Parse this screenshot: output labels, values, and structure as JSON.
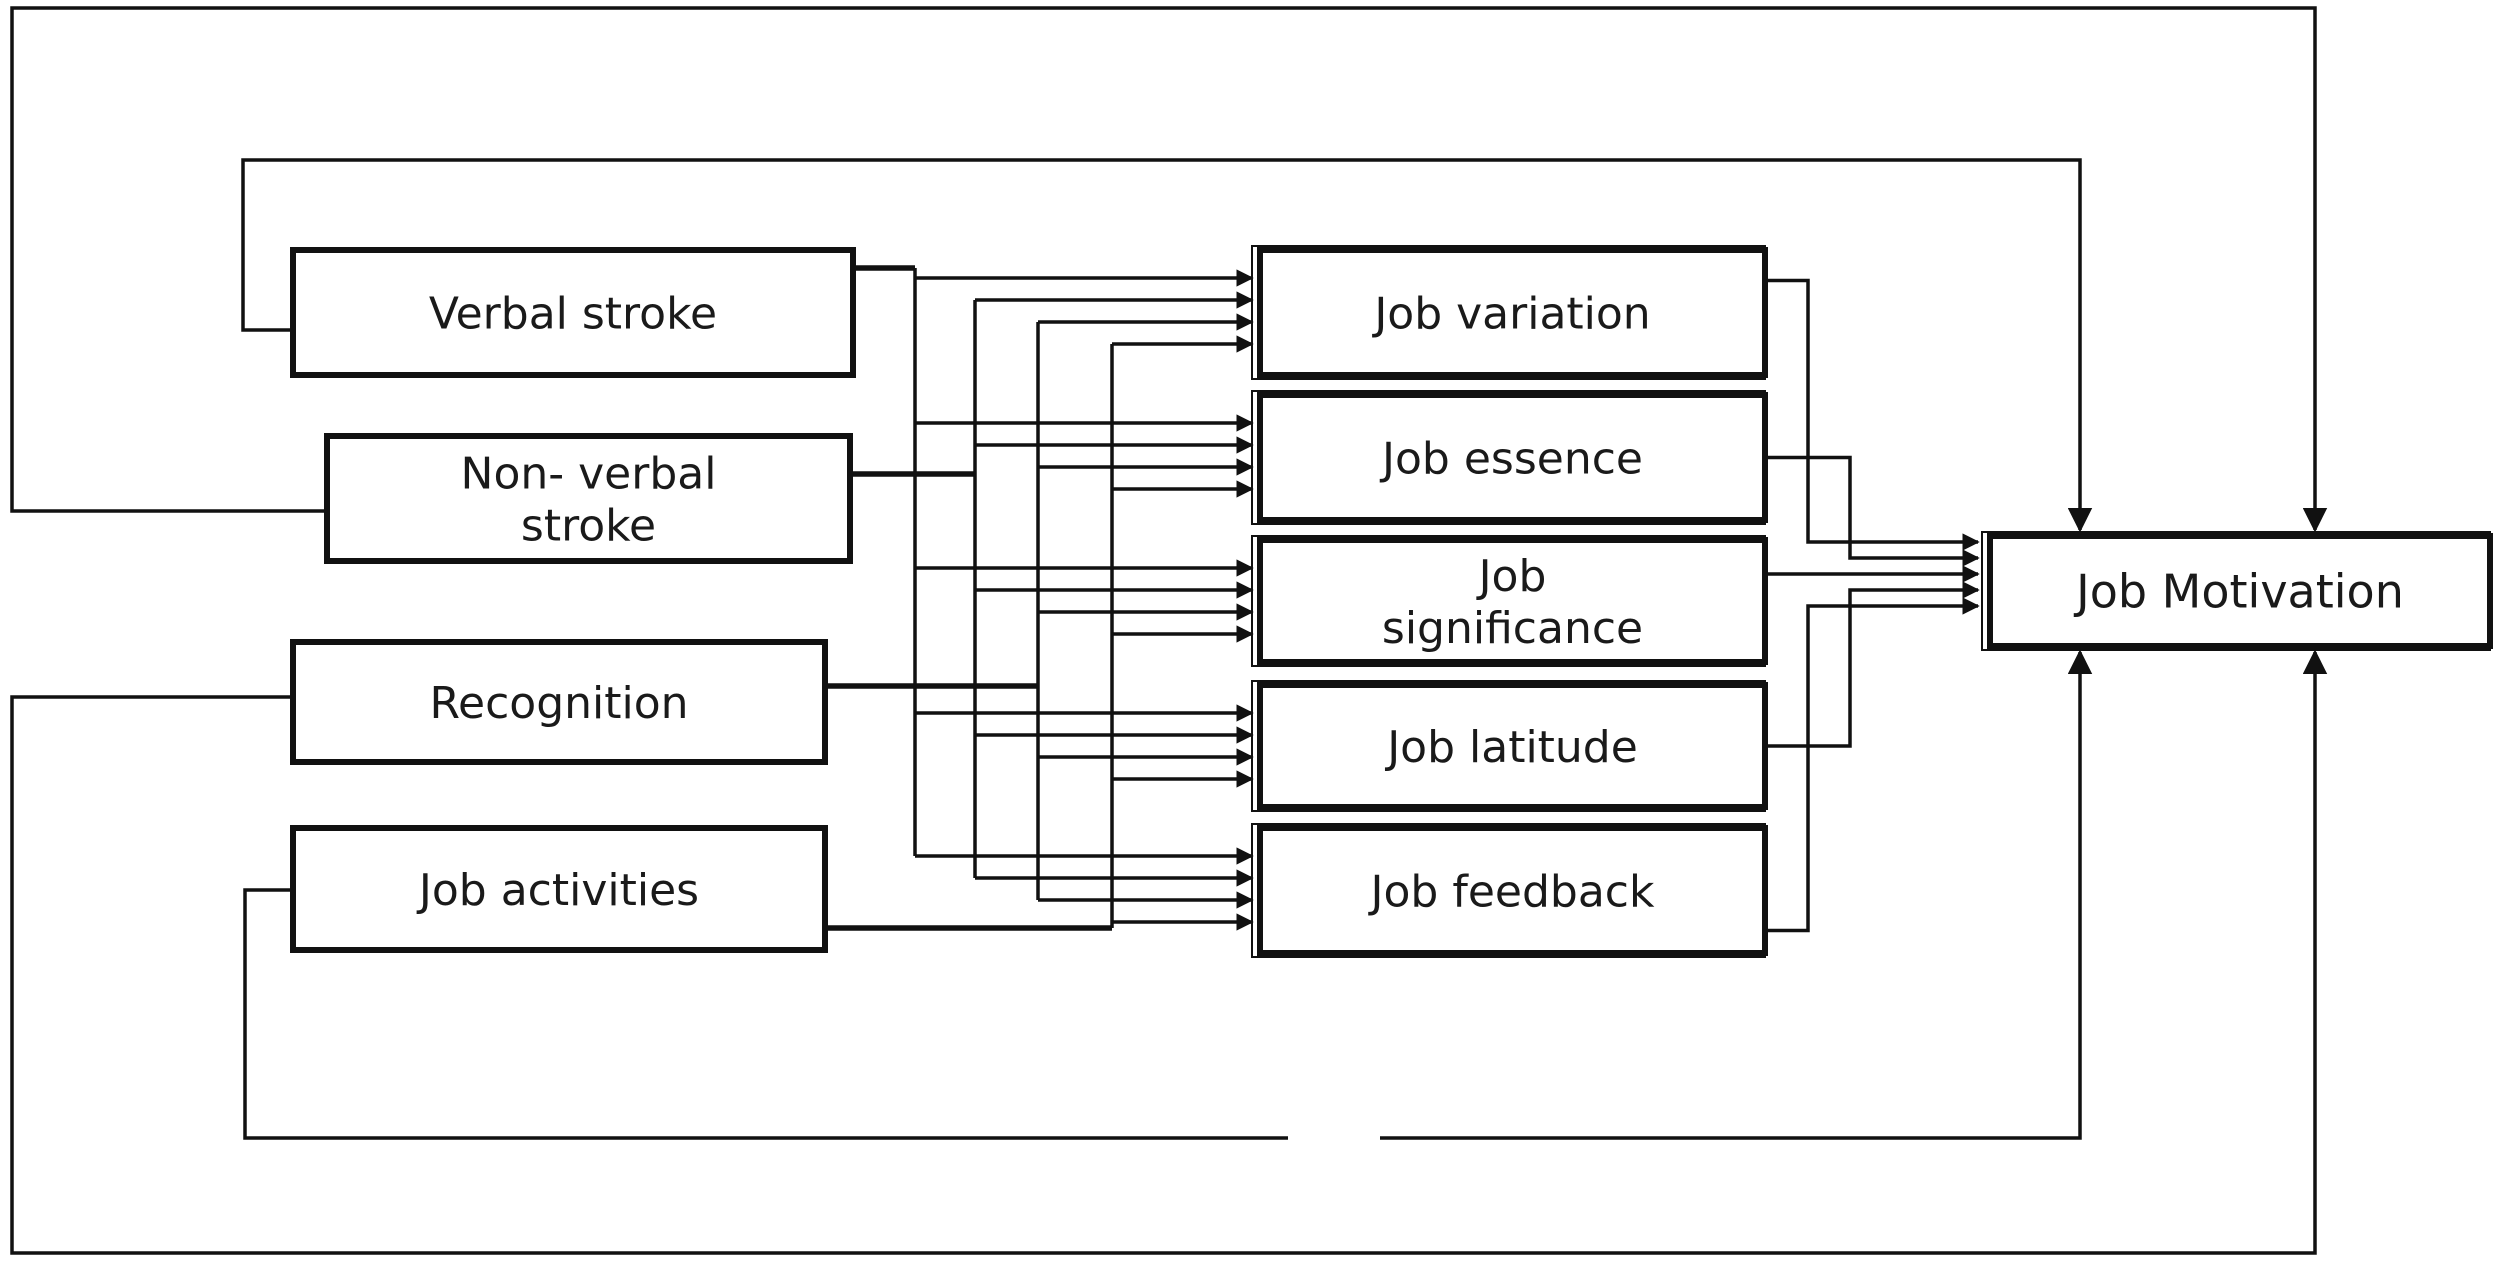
{
  "diagram": {
    "nodes": {
      "verbal_stroke": [
        "Verbal stroke"
      ],
      "non_verbal_stroke": [
        "Non- verbal",
        "stroke"
      ],
      "recognition": [
        "Recognition"
      ],
      "job_activities": [
        "Job activities"
      ],
      "job_variation": [
        "Job variation"
      ],
      "job_essence": [
        "Job essence"
      ],
      "job_significance": [
        "Job",
        "significance"
      ],
      "job_latitude": [
        "Job latitude"
      ],
      "job_feedback": [
        "Job feedback"
      ],
      "job_motivation": [
        "Job Motivation"
      ]
    },
    "edges": [
      {
        "from": "verbal_stroke",
        "to": "job_variation"
      },
      {
        "from": "verbal_stroke",
        "to": "job_essence"
      },
      {
        "from": "verbal_stroke",
        "to": "job_significance"
      },
      {
        "from": "verbal_stroke",
        "to": "job_latitude"
      },
      {
        "from": "verbal_stroke",
        "to": "job_feedback"
      },
      {
        "from": "non_verbal_stroke",
        "to": "job_variation"
      },
      {
        "from": "non_verbal_stroke",
        "to": "job_essence"
      },
      {
        "from": "non_verbal_stroke",
        "to": "job_significance"
      },
      {
        "from": "non_verbal_stroke",
        "to": "job_latitude"
      },
      {
        "from": "non_verbal_stroke",
        "to": "job_feedback"
      },
      {
        "from": "recognition",
        "to": "job_variation"
      },
      {
        "from": "recognition",
        "to": "job_essence"
      },
      {
        "from": "recognition",
        "to": "job_significance"
      },
      {
        "from": "recognition",
        "to": "job_latitude"
      },
      {
        "from": "recognition",
        "to": "job_feedback"
      },
      {
        "from": "job_activities",
        "to": "job_variation"
      },
      {
        "from": "job_activities",
        "to": "job_essence"
      },
      {
        "from": "job_activities",
        "to": "job_significance"
      },
      {
        "from": "job_activities",
        "to": "job_latitude"
      },
      {
        "from": "job_activities",
        "to": "job_feedback"
      },
      {
        "from": "job_variation",
        "to": "job_motivation"
      },
      {
        "from": "job_essence",
        "to": "job_motivation"
      },
      {
        "from": "job_significance",
        "to": "job_motivation"
      },
      {
        "from": "job_latitude",
        "to": "job_motivation"
      },
      {
        "from": "job_feedback",
        "to": "job_motivation"
      },
      {
        "from": "verbal_stroke",
        "to": "job_motivation"
      },
      {
        "from": "non_verbal_stroke",
        "to": "job_motivation"
      },
      {
        "from": "recognition",
        "to": "job_motivation"
      },
      {
        "from": "job_activities",
        "to": "job_motivation"
      }
    ]
  }
}
